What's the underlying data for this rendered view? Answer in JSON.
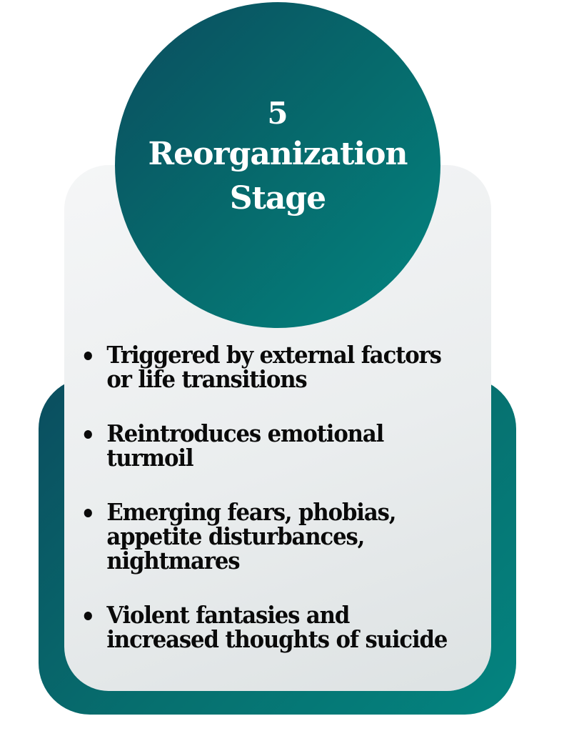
{
  "stage": {
    "number": "5",
    "title_lines": [
      "Reorganization",
      "Stage"
    ]
  },
  "bullets": [
    {
      "text": "Triggered by external factors or life transitions"
    },
    {
      "text": "Reintroduces emotional turmoil"
    },
    {
      "text": "Emerging fears, phobias, appetite disturbances, nightmares"
    },
    {
      "text": "Violent fantasies and increased thoughts of suicide"
    }
  ],
  "colors": {
    "teal_dark": "#0b4d5f",
    "teal_light": "#048480",
    "card": "#eceff0",
    "text": "#0a0a0a"
  }
}
